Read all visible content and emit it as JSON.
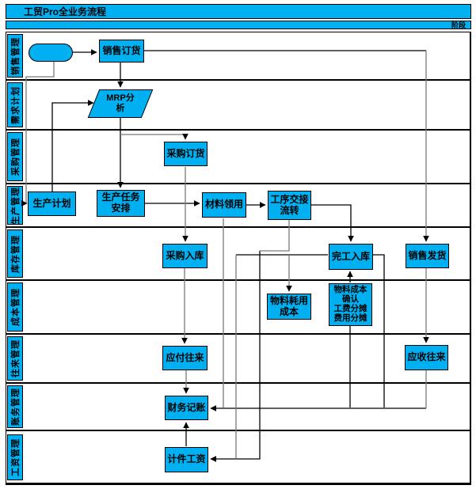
{
  "title": "工贸Pro全业务流程",
  "phase_header": "阶段",
  "lanes": [
    {
      "label": "销售管理"
    },
    {
      "label": "需求计划"
    },
    {
      "label": "采购管理"
    },
    {
      "label": "生产管理"
    },
    {
      "label": "库存管理"
    },
    {
      "label": "成本管理"
    },
    {
      "label": "往来管理"
    },
    {
      "label": "账务管理"
    },
    {
      "label": "工资管理"
    }
  ],
  "nodes": {
    "sales_order": {
      "label": "销售订货"
    },
    "mrp_analysis": {
      "label": "MRP分\n析"
    },
    "purchase_order": {
      "label": "采购订货"
    },
    "production_plan": {
      "label": "生产计划"
    },
    "production_task": {
      "label": "生产任务\n安排"
    },
    "material_requisition": {
      "label": "材料领用"
    },
    "process_handover": {
      "label": "工序交接\n流转"
    },
    "purchase_receipt": {
      "label": "采购入库"
    },
    "finished_receipt": {
      "label": "完工入库"
    },
    "sales_delivery": {
      "label": "销售发货"
    },
    "material_cost": {
      "label": "物料耗用\n成本"
    },
    "cost_confirmation": {
      "label": "物料成本\n确认\n工费分摊\n费用分摊"
    },
    "payable": {
      "label": "应付往来"
    },
    "receivable": {
      "label": "应收往来"
    },
    "bookkeeping": {
      "label": "财务记账"
    },
    "piece_wage": {
      "label": "计件工资"
    }
  },
  "colors": {
    "accent": "#00b0f0",
    "line_black": "#000000",
    "line_gray": "#7a7a7a"
  }
}
